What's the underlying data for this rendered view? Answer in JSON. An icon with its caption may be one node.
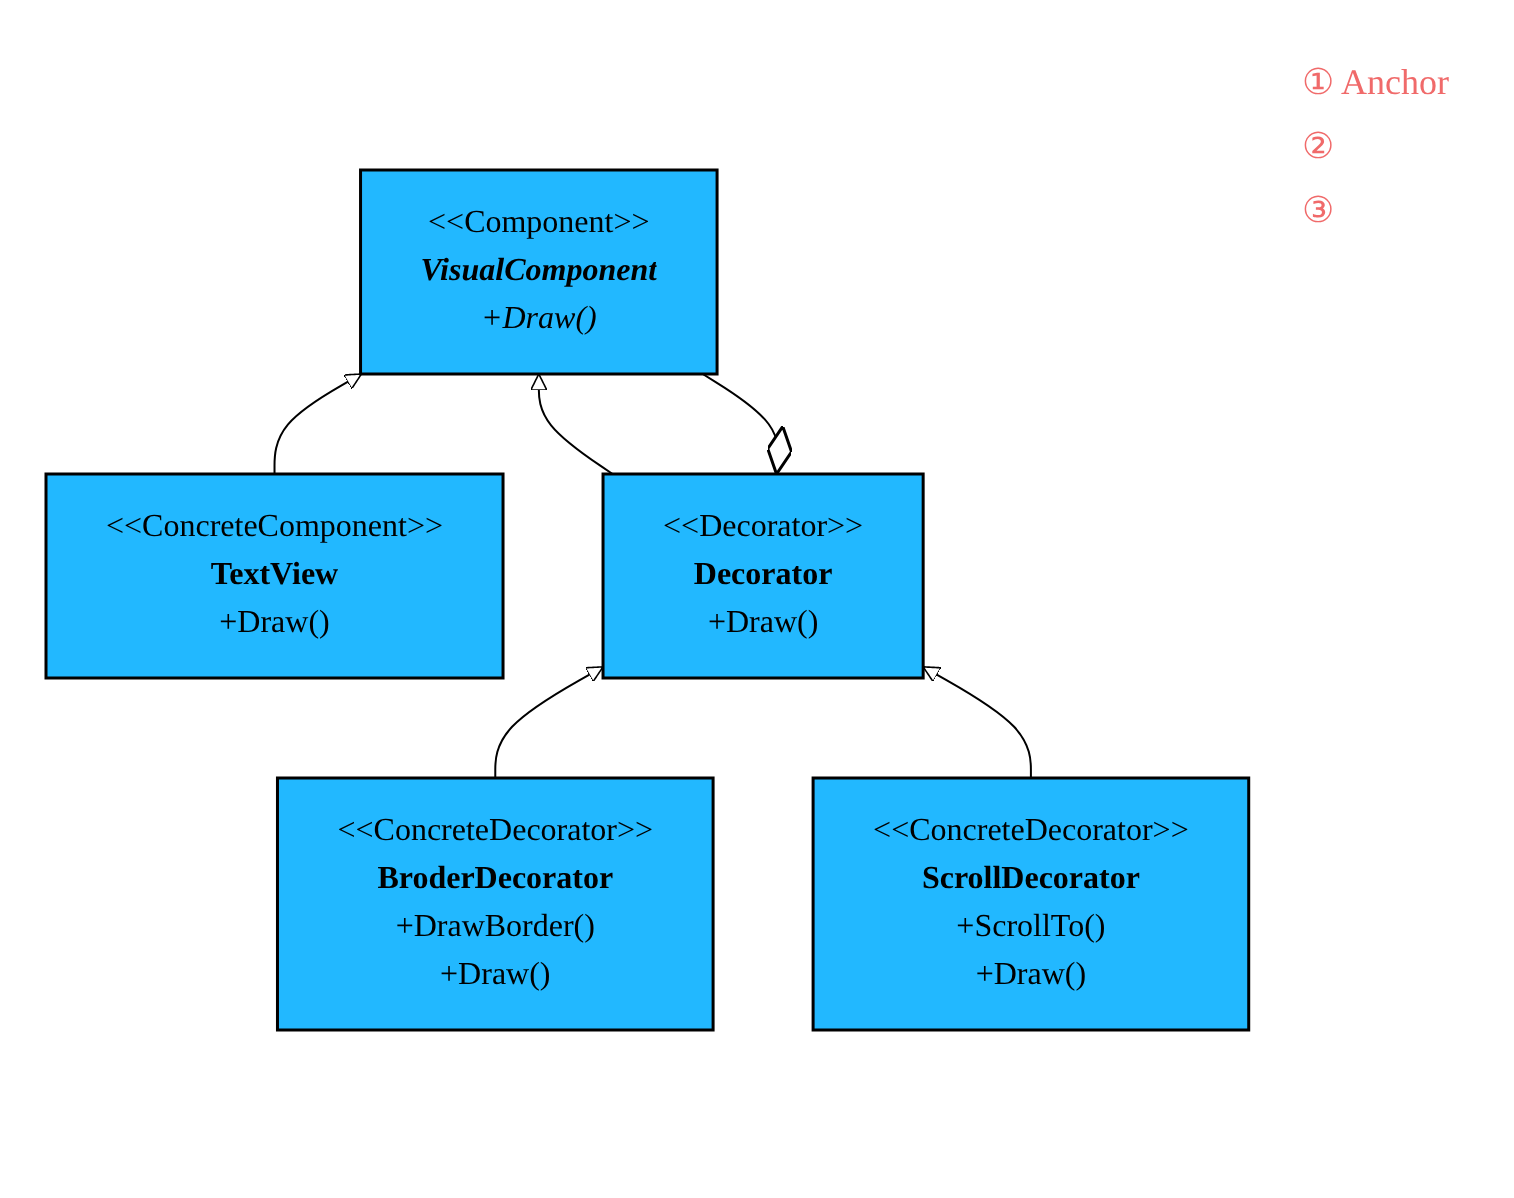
{
  "diagram": {
    "nodes": [
      {
        "text": [
          "<<Component>>",
          "VisualComponent",
          "+Draw()"
        ]
      },
      {
        "text": [
          "<<ConcreteComponent>>",
          "TextView",
          "+Draw()"
        ]
      },
      {
        "text": [
          "<<Decorator>>",
          "Decorator",
          "+Draw()"
        ]
      },
      {
        "text": [
          "<<ConcreteDecorator>>",
          "BroderDecorator",
          "+DrawBorder()",
          "+Draw()"
        ]
      },
      {
        "text": [
          "<<ConcreteDecorator>>",
          "ScrollDecorator",
          "+ScrollTo()",
          "+Draw()"
        ]
      }
    ],
    "edges": [
      {
        "from": 1,
        "to": 0,
        "arrow": "to"
      },
      {
        "from": 2,
        "to": 0,
        "arrow": "to"
      },
      {
        "from": 2,
        "to": 0,
        "arrow": "other"
      },
      {
        "from": 3,
        "to": 2,
        "arrow": "to"
      },
      {
        "from": 4,
        "to": 2,
        "arrow": "to"
      }
    ],
    "labels": [
      "① Anchor",
      "②",
      "③"
    ]
  }
}
